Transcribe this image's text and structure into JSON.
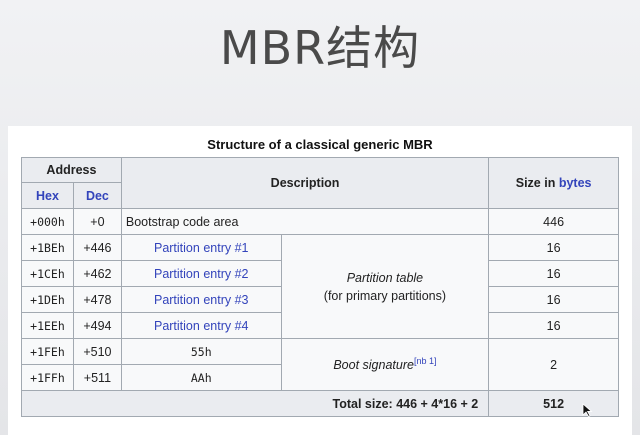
{
  "slide": {
    "title": "MBR结构"
  },
  "table": {
    "caption": "Structure of a classical generic MBR",
    "header": {
      "address": "Address",
      "hex": "Hex",
      "dec": "Dec",
      "description": "Description",
      "size_prefix": "Size in ",
      "size_link": "bytes"
    },
    "rows": [
      {
        "hex": "+000h",
        "dec": "+0",
        "desc": "Bootstrap code area",
        "size": "446"
      },
      {
        "hex": "+1BEh",
        "dec": "+446",
        "desc": "Partition entry #1",
        "size": "16"
      },
      {
        "hex": "+1CEh",
        "dec": "+462",
        "desc": "Partition entry #2",
        "size": "16"
      },
      {
        "hex": "+1DEh",
        "dec": "+478",
        "desc": "Partition entry #3",
        "size": "16"
      },
      {
        "hex": "+1EEh",
        "dec": "+494",
        "desc": "Partition entry #4",
        "size": "16"
      },
      {
        "hex": "+1FEh",
        "dec": "+510",
        "desc": "55h",
        "size": "2"
      },
      {
        "hex": "+1FFh",
        "dec": "+511",
        "desc": "AAh"
      }
    ],
    "partition_table": {
      "line1": "Partition table",
      "line2": "(for primary partitions)"
    },
    "boot_signature": {
      "label": "Boot signature",
      "note": "[nb 1]"
    },
    "total": {
      "label": "Total size: 446 + 4*16 + 2",
      "value": "512"
    }
  }
}
